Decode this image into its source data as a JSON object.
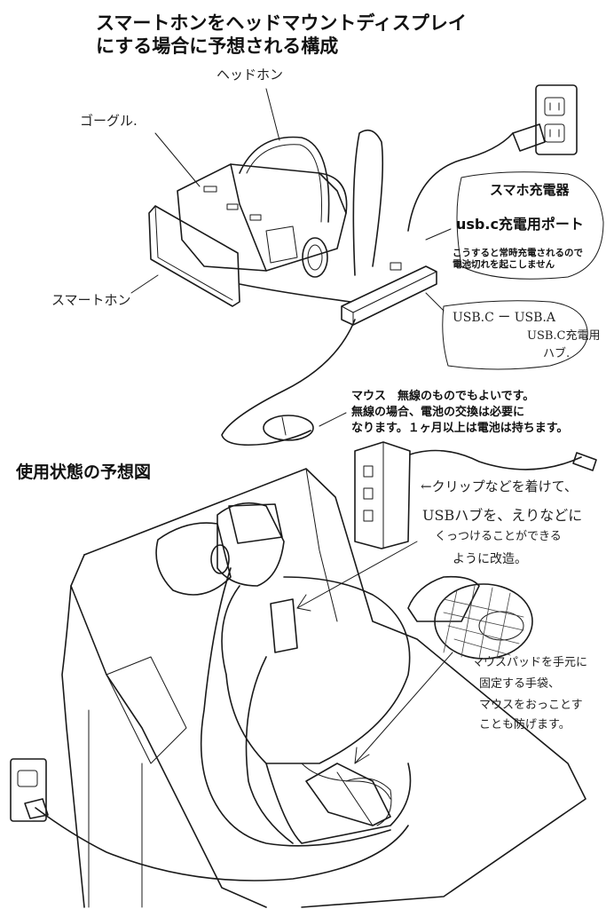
{
  "title": {
    "line1": "スマートホンをヘッドマウントディスプレイ",
    "line2": "にする場合に予想される構成"
  },
  "labels": {
    "headphone": "ヘッドホン",
    "goggle": "ゴーグル.",
    "smartphone": "スマートホン",
    "charger": "スマホ充電器",
    "usbc_port": "usb.c充電用ポート",
    "always_charge_1": "こうすると常時充電されるので",
    "always_charge_2": "電池切れを起こしません",
    "hub_1": "USB.C ー USB.A",
    "hub_2": "USB.C充電用",
    "hub_3": "ハブ.",
    "mouse_1": "マウス　無線のものでもよいです。",
    "mouse_2": "無線の場合、電池の交換は必要に",
    "mouse_3": "なります。１ヶ月以上は電池は持ちます。",
    "section": "使用状態の予想図",
    "clip": "←クリップなどを着けて、",
    "usbhub_1": "USBハブを、えりなどに",
    "usbhub_2": "くっつけることができる",
    "usbhub_3": "ように改造。",
    "glove_1": "マウスパッドを手元に",
    "glove_2": "固定する手袋、",
    "glove_3": "マウスをおっことす",
    "glove_4": "ことも防げます。"
  }
}
